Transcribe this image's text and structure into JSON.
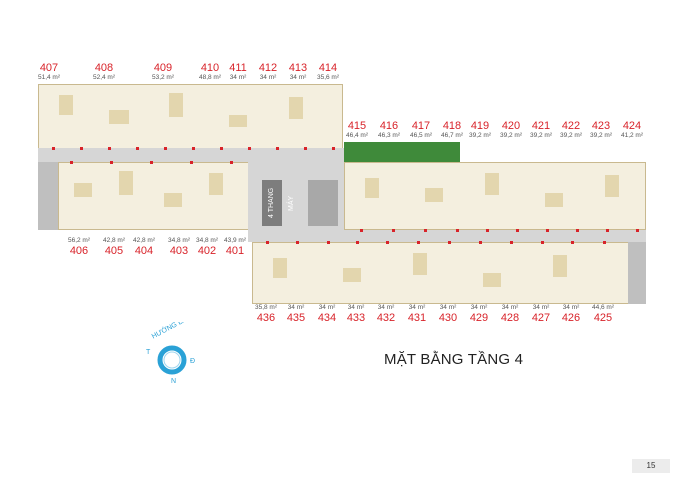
{
  "title": "MẶT BẰNG TẦNG 4",
  "page_number": "15",
  "lift_label": "4 THANG MÁY",
  "compass": {
    "label": "HƯỚNG BẮC",
    "east": "Đ",
    "west": "T",
    "south": "N"
  },
  "units_top_left": [
    {
      "num": "407",
      "area": "51,4 m²"
    },
    {
      "num": "408",
      "area": "52,4 m²"
    },
    {
      "num": "409",
      "area": "53,2 m²"
    },
    {
      "num": "410",
      "area": "48,8 m²"
    },
    {
      "num": "411",
      "area": "34 m²"
    },
    {
      "num": "412",
      "area": "34 m²"
    },
    {
      "num": "413",
      "area": "34 m²"
    },
    {
      "num": "414",
      "area": "35,6 m²"
    }
  ],
  "units_bottom_left": [
    {
      "num": "406",
      "area": "56,2 m²"
    },
    {
      "num": "405",
      "area": "42,8 m²"
    },
    {
      "num": "404",
      "area": "42,8 m²"
    },
    {
      "num": "403",
      "area": "34,8 m²"
    },
    {
      "num": "402",
      "area": "34,8 m²"
    },
    {
      "num": "401",
      "area": "43,9 m²"
    }
  ],
  "units_top_right": [
    {
      "num": "415",
      "area": "46,4 m²"
    },
    {
      "num": "416",
      "area": "46,3 m²"
    },
    {
      "num": "417",
      "area": "46,5 m²"
    },
    {
      "num": "418",
      "area": "46,7 m²"
    },
    {
      "num": "419",
      "area": "39,2 m²"
    },
    {
      "num": "420",
      "area": "39,2 m²"
    },
    {
      "num": "421",
      "area": "39,2 m²"
    },
    {
      "num": "422",
      "area": "39,2 m²"
    },
    {
      "num": "423",
      "area": "39,2 m²"
    },
    {
      "num": "424",
      "area": "41,2 m²"
    }
  ],
  "units_bottom_right": [
    {
      "num": "436",
      "area": "35,8 m²"
    },
    {
      "num": "435",
      "area": "34 m²"
    },
    {
      "num": "434",
      "area": "34 m²"
    },
    {
      "num": "433",
      "area": "34 m²"
    },
    {
      "num": "432",
      "area": "34 m²"
    },
    {
      "num": "431",
      "area": "34 m²"
    },
    {
      "num": "430",
      "area": "34 m²"
    },
    {
      "num": "429",
      "area": "34 m²"
    },
    {
      "num": "428",
      "area": "34 m²"
    },
    {
      "num": "427",
      "area": "34 m²"
    },
    {
      "num": "426",
      "area": "34 m²"
    },
    {
      "num": "425",
      "area": "44,6 m²"
    }
  ]
}
